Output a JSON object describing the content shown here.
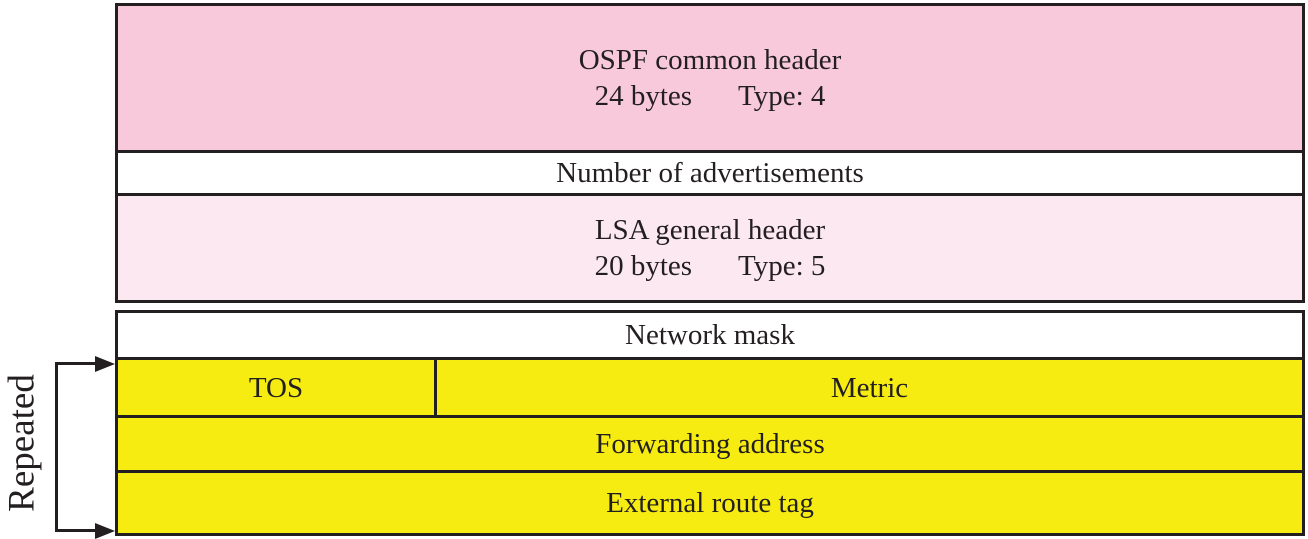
{
  "repeated_label": "Repeated",
  "top_block": {
    "ospf_header": {
      "title": "OSPF common header",
      "size": "24 bytes",
      "type": "Type: 4"
    },
    "advertisements": {
      "title": "Number of advertisements"
    },
    "lsa_header": {
      "title": "LSA general header",
      "size": "20 bytes",
      "type": "Type: 5"
    }
  },
  "bottom_block": {
    "network_mask": {
      "title": "Network mask"
    },
    "tos": {
      "title": "TOS"
    },
    "metric": {
      "title": "Metric"
    },
    "forwarding_address": {
      "title": "Forwarding address"
    },
    "external_route_tag": {
      "title": "External route tag"
    }
  },
  "colors": {
    "pink": "#f8c9db",
    "light_pink": "#fce8f1",
    "yellow": "#f6ec12",
    "white": "#ffffff",
    "line": "#231f20"
  }
}
